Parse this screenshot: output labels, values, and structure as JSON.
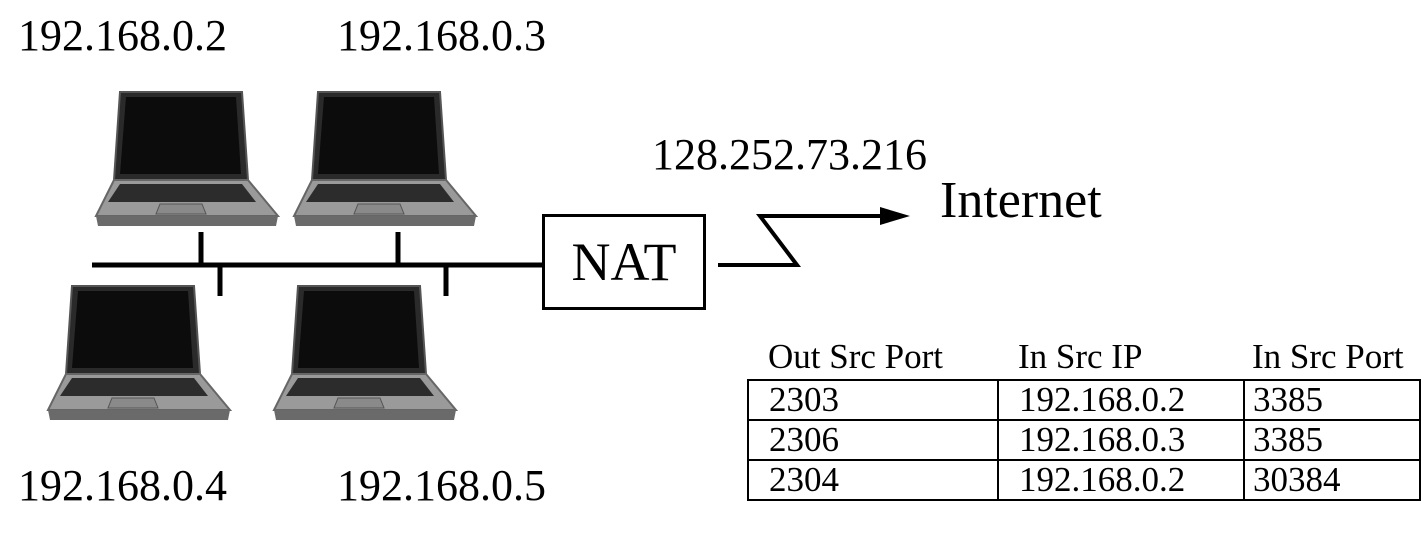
{
  "hosts": {
    "top_left": "192.168.0.2",
    "top_right": "192.168.0.3",
    "bottom_left": "192.168.0.4",
    "bottom_right": "192.168.0.5"
  },
  "nat": {
    "label": "NAT",
    "public_ip": "128.252.73.216",
    "uplink_label": "Internet"
  },
  "table": {
    "headers": [
      "Out Src Port",
      "In Src IP",
      "In Src Port"
    ],
    "rows": [
      [
        "2303",
        "192.168.0.2",
        "3385"
      ],
      [
        "2306",
        "192.168.0.3",
        "3385"
      ],
      [
        "2304",
        "192.168.0.2",
        "30384"
      ]
    ]
  },
  "icons": {
    "host": "laptop-icon",
    "uplink": "lightning-arrow-icon"
  }
}
